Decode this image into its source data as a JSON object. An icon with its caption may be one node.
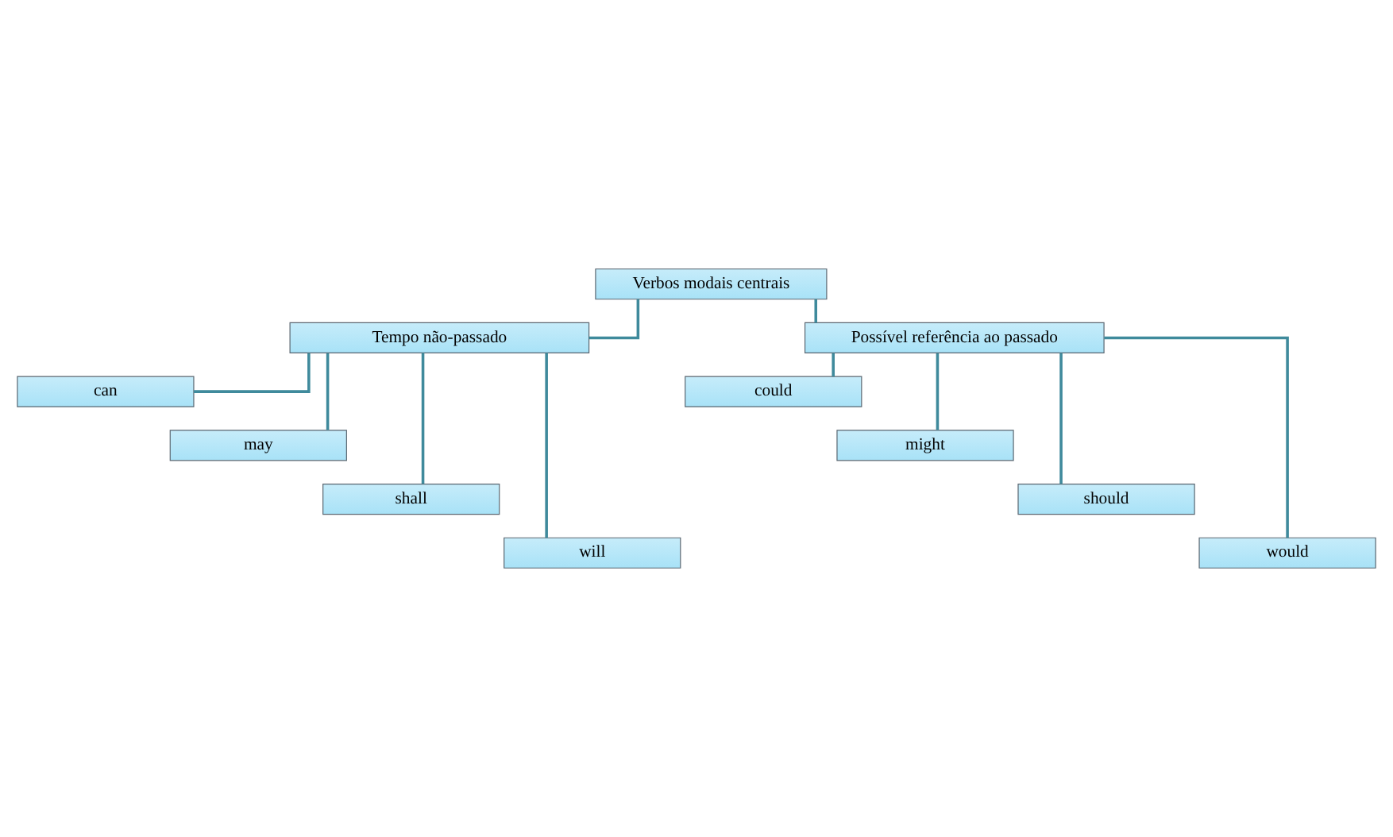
{
  "diagram": {
    "nodes": [
      {
        "text": [
          "Verbos modais centrais"
        ]
      },
      {
        "text": [
          "Tempo não-passado"
        ]
      },
      {
        "text": [
          "Possível referência ao passado"
        ]
      },
      {
        "text": [
          "can"
        ]
      },
      {
        "text": [
          "could"
        ]
      },
      {
        "text": [
          "may"
        ]
      },
      {
        "text": [
          "might"
        ]
      },
      {
        "text": [
          "shall"
        ]
      },
      {
        "text": [
          "should"
        ]
      },
      {
        "text": [
          "will"
        ]
      },
      {
        "text": [
          "would"
        ]
      }
    ],
    "edges": [
      {
        "from": 0,
        "to": 1,
        "arrow": "none"
      },
      {
        "from": 0,
        "to": 2,
        "arrow": "none"
      },
      {
        "from": 1,
        "to": 3,
        "arrow": "none"
      },
      {
        "from": 2,
        "to": 4,
        "arrow": "none"
      },
      {
        "from": 1,
        "to": 5,
        "arrow": "none"
      },
      {
        "from": 2,
        "to": 6,
        "arrow": "none"
      },
      {
        "from": 1,
        "to": 7,
        "arrow": "none"
      },
      {
        "from": 2,
        "to": 8,
        "arrow": "none"
      },
      {
        "from": 1,
        "to": 9,
        "arrow": "none"
      },
      {
        "from": 2,
        "to": 10,
        "arrow": "none"
      }
    ]
  }
}
